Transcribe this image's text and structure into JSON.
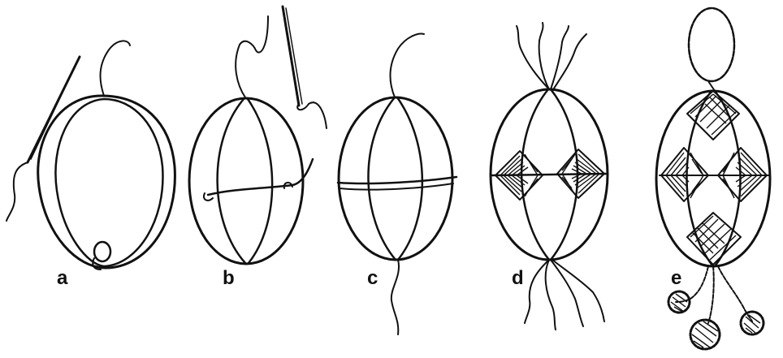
{
  "panels": [
    {
      "id": "a",
      "label": "a"
    },
    {
      "id": "b",
      "label": "b"
    },
    {
      "id": "c",
      "label": "c"
    },
    {
      "id": "d",
      "label": "d"
    },
    {
      "id": "e",
      "label": "e"
    }
  ],
  "ink_color": "#111111",
  "background_color": "#ffffff"
}
